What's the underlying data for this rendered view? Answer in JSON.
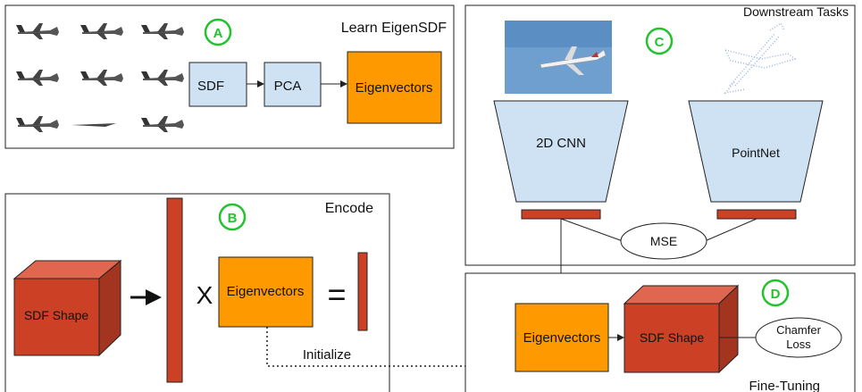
{
  "panelA": {
    "title": "Learn EigenSDF",
    "badge": "A",
    "boxes": {
      "sdf": "SDF",
      "pca": "PCA",
      "eigen": "Eigenvectors"
    },
    "thumbnail_icon": "airplane-icon"
  },
  "panelB": {
    "title": "Encode",
    "badge": "B",
    "cube": "SDF Shape",
    "eigen": "Eigenvectors",
    "times": "X",
    "equals": "=",
    "initialize": "Initialize"
  },
  "panelC": {
    "title": "Downstream Tasks",
    "badge": "C",
    "cnn": "2D CNN",
    "pointnet": "PointNet",
    "mse": "MSE",
    "photo_icon": "airplane-photo-icon",
    "pointcloud_icon": "airplane-pointcloud-icon"
  },
  "panelD": {
    "title": "Fine-Tuning",
    "badge": "D",
    "eigen": "Eigenvectors",
    "cube": "SDF Shape",
    "chamfer_line1": "Chamfer",
    "chamfer_line2": "Loss"
  },
  "colors": {
    "light_blue": "#cfe2f3",
    "orange": "#ff9900",
    "red": "#cc4125",
    "badge_green": "#22c32e"
  }
}
